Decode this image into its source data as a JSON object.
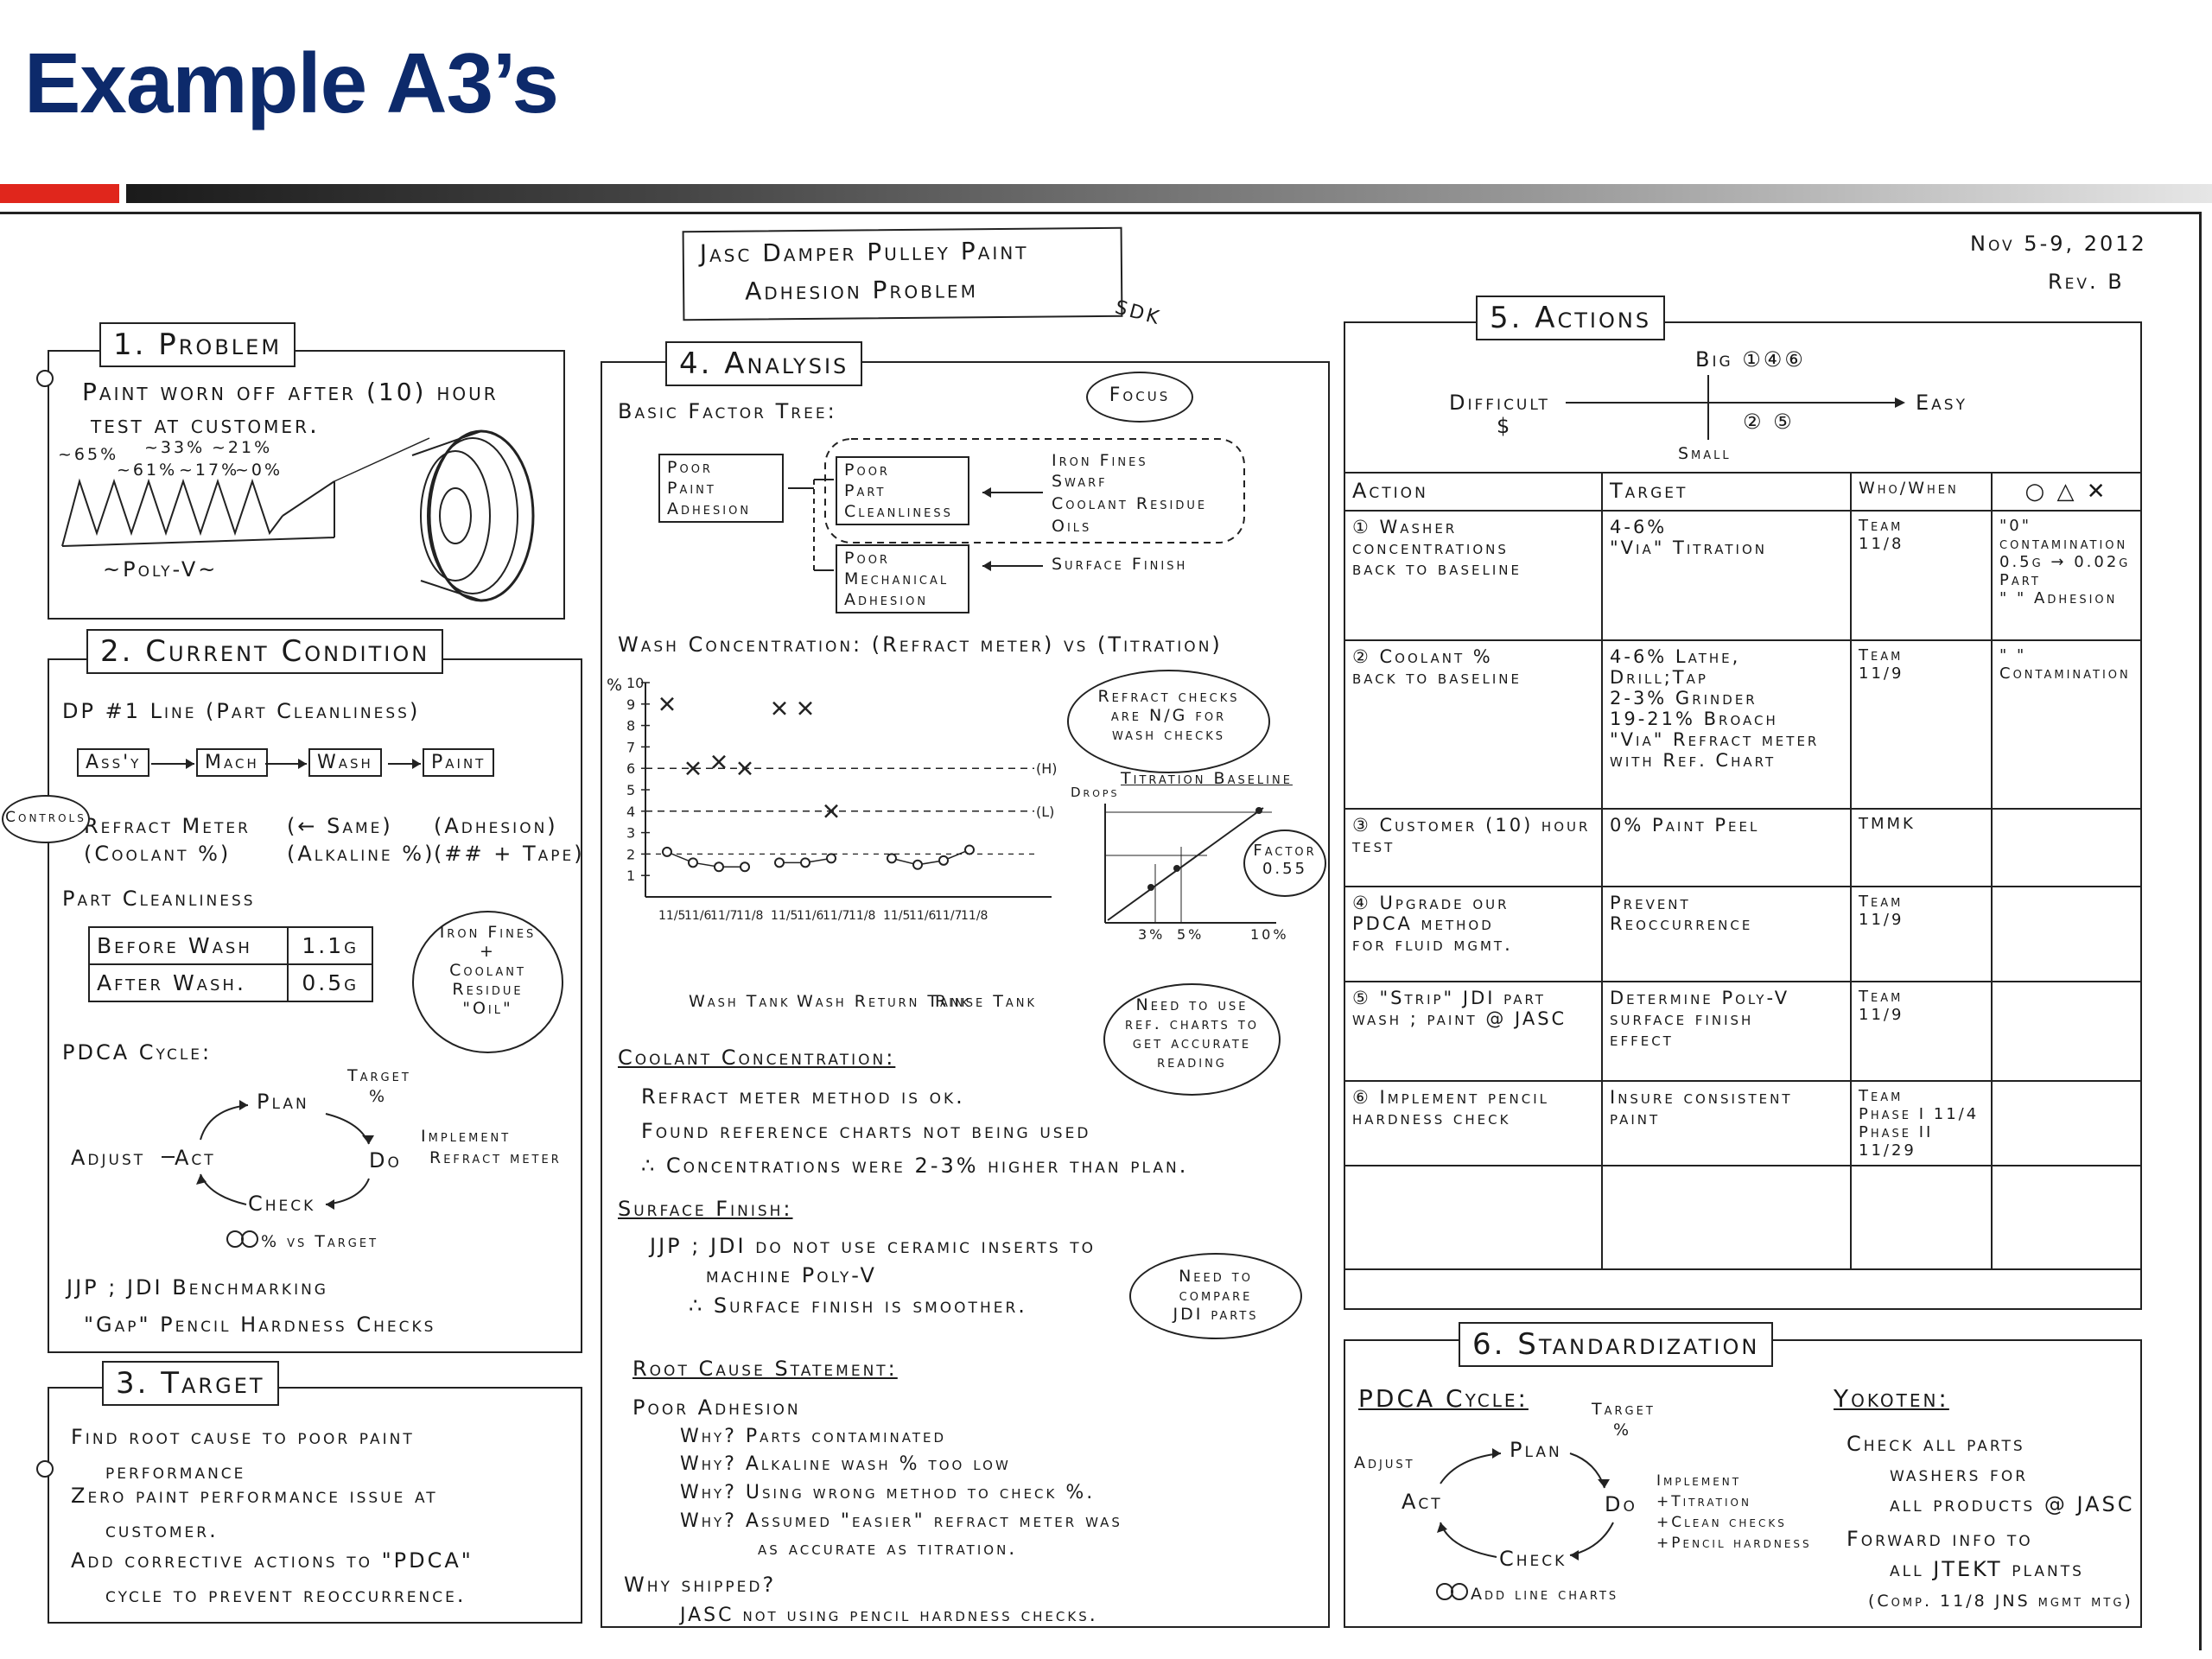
{
  "slide": {
    "title": "Example A3’s"
  },
  "header": {
    "title_line1": "Jasc Damper Pulley Paint",
    "title_line2": "Adhesion Problem",
    "initials": "SDK",
    "date": "Nov 5-9, 2012",
    "rev": "Rev. B"
  },
  "problem": {
    "label": "1. Problem",
    "line1": "Paint worn off after (10) hour",
    "line2": "test at customer.",
    "pcts": [
      "~65%",
      "~33%",
      "~21%",
      "~61%",
      "~17%",
      "~0%"
    ],
    "caption": "~Poly-V~"
  },
  "current": {
    "label": "2. Current Condition",
    "line_name": "DP #1 Line (Part Cleanliness)",
    "flow": [
      "Ass'y",
      "Mach",
      "Wash",
      "Paint"
    ],
    "controls": "Controls",
    "ctrl1a": "Refract Meter",
    "ctrl1b": "(Coolant %)",
    "ctrl2a": "(← Same)",
    "ctrl2b": "(Alkaline %)",
    "ctrl3a": "(Adhesion)",
    "ctrl3b": "(## + Tape)",
    "cleanliness_title": "Part Cleanliness",
    "table": [
      [
        "Before Wash",
        "1.1g"
      ],
      [
        "After Wash.",
        "0.5g"
      ]
    ],
    "bubble": [
      "Iron Fines",
      "+",
      "Coolant",
      "Residue",
      "\"Oil\""
    ],
    "pdca_title": "PDCA Cycle:",
    "pdca_plan": "Plan",
    "pdca_do": "Do",
    "pdca_check": "Check",
    "pdca_act": "Act",
    "pdca_adjust": "Adjust",
    "pdca_target": "Target",
    "pdca_target2": "%",
    "pdca_impl1": "Implement",
    "pdca_impl2": "Refract meter",
    "pdca_vs": "% vs Target",
    "bench1": "JJP ; JDI Benchmarking",
    "bench2": "\"Gap\" Pencil Hardness Checks"
  },
  "target": {
    "label": "3. Target",
    "items": [
      "Find root cause to poor paint",
      "performance",
      "Zero paint performance issue at",
      "customer.",
      "Add corrective actions to \"PDCA\"",
      "cycle to prevent reoccurrence."
    ]
  },
  "analysis": {
    "label": "4. Analysis",
    "factor_tree": "Basic Factor Tree:",
    "focus": "Focus",
    "node_root": [
      "Poor",
      "Paint",
      "Adhesion"
    ],
    "node_clean": [
      "Poor",
      "Part",
      "Cleanliness"
    ],
    "node_mech": [
      "Poor",
      "Mechanical",
      "Adhesion"
    ],
    "causes": [
      "Iron Fines",
      "Swarf",
      "Coolant Residue",
      "Oils"
    ],
    "surface": "Surface Finish",
    "wash_title": "Wash Concentration: (Refract meter) vs (Titration)",
    "refract_cloud": [
      "Refract checks",
      "are N/G for",
      "wash checks"
    ],
    "chart_x_groups": [
      "Wash Tank",
      "Wash Return Tank",
      "Rinse Tank"
    ],
    "chart_dates": [
      "11/5",
      "11/6",
      "11/7",
      "11/8"
    ],
    "chart_h": "(H)",
    "chart_l": "(L)",
    "chart_pct": "%",
    "titration_title": "Titration Baseline",
    "drops": "Drops",
    "factor_cloud": [
      "Factor",
      "0.55"
    ],
    "titr_x": [
      "3%",
      "5%",
      "10%"
    ],
    "coolant_title": "Coolant Concentration:",
    "coolant_lines": [
      "Refract meter method is ok.",
      "Found reference charts not being used",
      "∴ Concentrations were 2-3% higher than plan."
    ],
    "need_cloud": [
      "Need to use",
      "ref. charts to",
      "get accurate",
      "reading"
    ],
    "surface_title": "Surface Finish:",
    "surface_lines": [
      "JJP ; JDI do not use ceramic inserts to",
      "machine Poly-V",
      "∴ Surface finish is smoother."
    ],
    "compare_cloud": [
      "Need to",
      "compare",
      "JDI parts"
    ],
    "root_title": "Root Cause Statement:",
    "root_lines": [
      "Poor Adhesion",
      "Why? Parts contaminated",
      "Why? Alkaline wash % too low",
      "Why? Using wrong method to check %.",
      "Why? Assumed \"easier\" refract meter was",
      "as accurate as titration.",
      "Why shipped?",
      "JASC not using pencil hardness checks."
    ]
  },
  "actions": {
    "label": "5. Actions",
    "big": "Big ①④⑥",
    "small": "Small",
    "difficult": "Difficult",
    "easy": "Easy",
    "dollar": "$",
    "pts": "② ⑤",
    "headers": [
      "Action",
      "Target",
      "Who/When",
      "○ △ ✕"
    ],
    "rows": [
      {
        "action": [
          "① Washer concentrations",
          "back to baseline"
        ],
        "target": [
          "4-6%",
          "\"Via\" Titration"
        ],
        "who": [
          "Team",
          "11/8"
        ],
        "status": [
          "\"0\" contamination",
          "0.5g → 0.02g",
          "Part",
          "\" \" Adhesion"
        ]
      },
      {
        "action": [
          "② Coolant %",
          "back to baseline"
        ],
        "target": [
          "4-6% Lathe, Drill;Tap",
          "2-3% Grinder",
          "19-21% Broach",
          "\"Via\" Refract meter",
          "with Ref. Chart"
        ],
        "who": [
          "Team",
          "11/9"
        ],
        "status": [
          "\" \" Contamination"
        ]
      },
      {
        "action": [
          "③ Customer (10) hour",
          "test"
        ],
        "target": [
          "0% Paint Peel"
        ],
        "who": [
          "TMMK"
        ],
        "status": []
      },
      {
        "action": [
          "④ Upgrade our",
          "PDCA method",
          "for fluid mgmt."
        ],
        "target": [
          "Prevent",
          "Reoccurrence"
        ],
        "who": [
          "Team",
          "11/9"
        ],
        "status": []
      },
      {
        "action": [
          "⑤ \"Strip\" JDI part",
          "wash ; paint @ JASC"
        ],
        "target": [
          "Determine Poly-V",
          "surface finish",
          "effect"
        ],
        "who": [
          "Team",
          "11/9"
        ],
        "status": []
      },
      {
        "action": [
          "⑥ Implement pencil",
          "hardness check"
        ],
        "target": [
          "Insure consistent",
          "paint"
        ],
        "who": [
          "Team",
          "Phase I 11/4",
          "Phase II 11/29"
        ],
        "status": []
      }
    ]
  },
  "standard": {
    "label": "6. Standardization",
    "pdca_title": "PDCA Cycle:",
    "target": "Target",
    "target2": "%",
    "plan": "Plan",
    "do": "Do",
    "check": "Check",
    "act": "Act",
    "adjust": "Adjust",
    "impl": [
      "Implement",
      "+Titration",
      "+Clean checks",
      "+Pencil hardness"
    ],
    "add_line": "Add line charts",
    "yokoten_title": "Yokoten:",
    "yokoten": [
      "Check all parts",
      "washers for",
      "all products @ JASC",
      "Forward info to",
      "all JTEKT plants",
      "(Comp. 11/8 JNS mgmt mtg)"
    ]
  },
  "chart_data": {
    "type": "scatter",
    "title": "Wash Concentration: (Refract meter) vs (Titration)",
    "ylabel": "%",
    "ylim": [
      0,
      10
    ],
    "categories": [
      "11/5",
      "11/6",
      "11/7",
      "11/8",
      "11/5",
      "11/6",
      "11/7",
      "11/8",
      "11/5",
      "11/6",
      "11/7",
      "11/8"
    ],
    "series": [
      {
        "name": "Refract meter (X)",
        "values": [
          9,
          6,
          6.3,
          6,
          8.8,
          8.8,
          4,
          0,
          0,
          0,
          0,
          0
        ]
      },
      {
        "name": "Titration (O)",
        "values": [
          2.1,
          1.6,
          1.4,
          1.4,
          1.6,
          1.6,
          1.8,
          0,
          1.8,
          1.5,
          1.7,
          2.2
        ]
      }
    ]
  }
}
